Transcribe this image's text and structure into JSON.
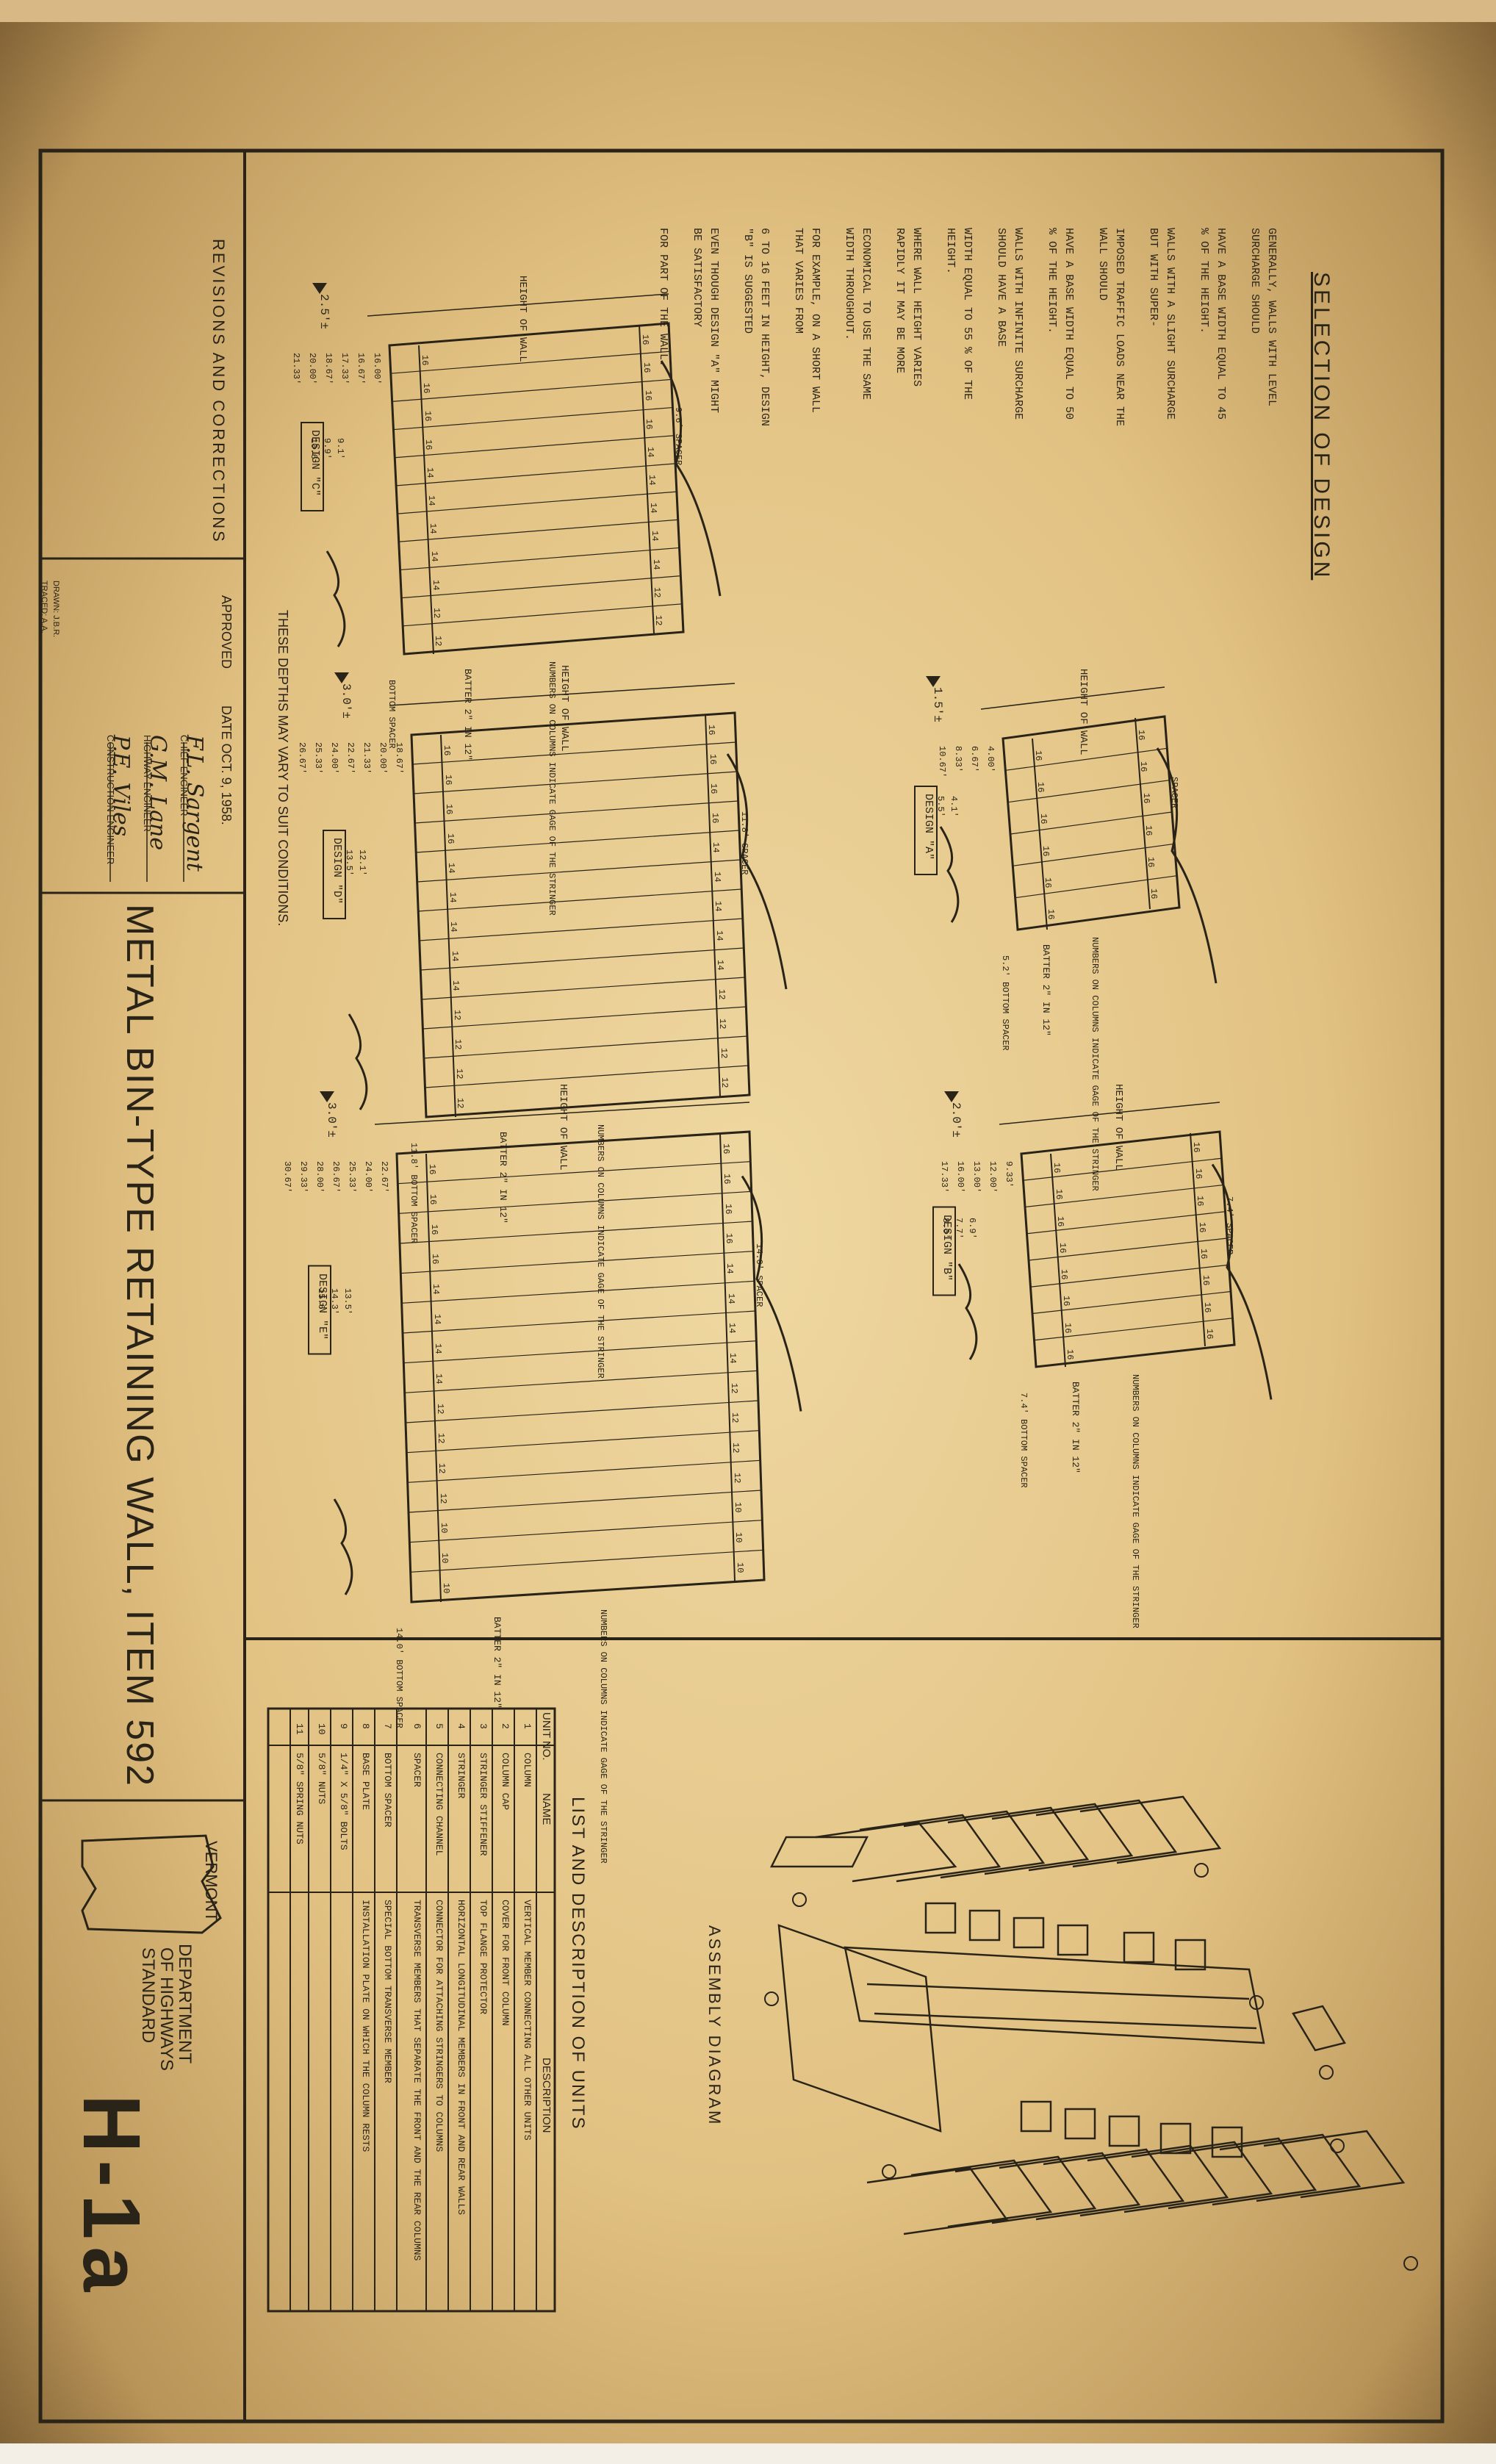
{
  "sheet": {
    "title": "METAL BIN-TYPE RETAINING WALL, ITEM 592",
    "sheet_no": "H-1a",
    "state": "VERMONT",
    "dept": [
      "DEPARTMENT",
      "OF HIGHWAYS",
      "STANDARD"
    ]
  },
  "titleblock": {
    "revisions": "REVISIONS AND CORRECTIONS",
    "approved": "APPROVED",
    "date": "DATE OCT. 9, 1958.",
    "sign1": "F.L. Sargent",
    "role1": "CHIEF ENGINEER",
    "sign2": "G.M. Lane",
    "role2": "HIGHWAY ENGINEER",
    "sign3": "P.E. Viles",
    "role3": "CONSTRUCTION ENGINEER",
    "drawn": "DRAWN: J.B.R.",
    "traced": "TRACED: A.A."
  },
  "selection": {
    "heading": "SELECTION OF DESIGN",
    "lines": [
      "GENERALLY, WALLS WITH LEVEL SURCHARGE SHOULD",
      "HAVE A BASE WIDTH EQUAL TO 45 % OF THE HEIGHT.",
      "WALLS WITH A SLIGHT SURCHARGE BUT WITH SUPER-",
      "IMPOSED TRAFFIC LOADS NEAR THE WALL SHOULD",
      "HAVE A BASE WIDTH EQUAL TO 50 % OF THE HEIGHT.",
      "WALLS WITH INFINITE SURCHARGE SHOULD HAVE A BASE",
      "WIDTH EQUAL TO 55 % OF THE HEIGHT.",
      "WHERE WALL HEIGHT VARIES RAPIDLY IT MAY BE MORE",
      "ECONOMICAL TO USE THE SAME WIDTH THROUGHOUT.",
      "FOR EXAMPLE, ON A SHORT WALL THAT VARIES FROM",
      "6 TO 16 FEET IN HEIGHT, DESIGN \"B\" IS SUGGESTED",
      "EVEN THOUGH DESIGN \"A\" MIGHT BE SATISFACTORY",
      "FOR PART OF THE WALL."
    ]
  },
  "common": {
    "height_of_wall": "HEIGHT OF WALL",
    "numbers_note": "NUMBERS ON COLUMNS INDICATE GAGE OF THE STRINGER",
    "batter": "BATTER 2\" IN 12\"",
    "depths_note": "THESE DEPTHS MAY VARY TO SUIT CONDITIONS."
  },
  "designs": [
    {
      "label": "DESIGN \"A\"",
      "depth": "1.5'±",
      "spacer": "SPACER",
      "bottom": "5.2' BOTTOM SPACER",
      "heights": [
        "4.00'",
        "6.67'",
        "8.33'",
        "10.67'"
      ],
      "widths": [
        "4.1'",
        "5.5'"
      ],
      "gages": [
        "16",
        "16",
        "16",
        "16",
        "16",
        "16"
      ]
    },
    {
      "label": "DESIGN \"B\"",
      "depth": "2.0'±",
      "spacer": "7.4' SPACER",
      "bottom": "7.4' BOTTOM SPACER",
      "heights": [
        "9.33'",
        "12.00'",
        "13.00'",
        "16.00'",
        "17.33'"
      ],
      "widths": [
        "6.9'",
        "7.7'",
        "8.6'"
      ],
      "gages": [
        "16",
        "16",
        "16",
        "16",
        "16",
        "16",
        "16",
        "16"
      ]
    },
    {
      "label": "DESIGN \"C\"",
      "depth": "2.5'±",
      "spacer": "9.6' SPACER",
      "bottom": "BOTTOM SPACER",
      "heights": [
        "16.00'",
        "16.67'",
        "17.33'",
        "18.67'",
        "20.00'",
        "21.33'"
      ],
      "widths": [
        "9.1'",
        "9.9'",
        "10.6'"
      ],
      "gages": [
        "16",
        "16",
        "16",
        "16",
        "14",
        "14",
        "14",
        "14",
        "14",
        "12",
        "12"
      ]
    },
    {
      "label": "DESIGN \"D\"",
      "depth": "3.0'±",
      "spacer": "11.8' SPACER",
      "bottom": "11.8' BOTTOM SPACER",
      "heights": [
        "18.67'",
        "20.00'",
        "21.33'",
        "22.67'",
        "24.00'",
        "25.33'",
        "26.67'"
      ],
      "widths": [
        "12.1'",
        "13.5'"
      ],
      "gages": [
        "16",
        "16",
        "16",
        "16",
        "14",
        "14",
        "14",
        "14",
        "14",
        "12",
        "12",
        "12",
        "12"
      ]
    },
    {
      "label": "DESIGN \"E\"",
      "depth": "3.0'±",
      "spacer": "14.0' SPACER",
      "bottom": "14.0' BOTTOM SPACER",
      "heights": [
        "22.67'",
        "24.00'",
        "25.33'",
        "26.67'",
        "28.00'",
        "29.33'",
        "30.67'"
      ],
      "widths": [
        "13.5'",
        "14.3'",
        "15.6'"
      ],
      "gages": [
        "16",
        "16",
        "16",
        "16",
        "14",
        "14",
        "14",
        "14",
        "12",
        "12",
        "12",
        "12",
        "10",
        "10",
        "10"
      ]
    }
  ],
  "assembly": {
    "title": "ASSEMBLY DIAGRAM"
  },
  "units_table": {
    "title": "LIST AND DESCRIPTION OF UNITS",
    "headers": [
      "UNIT NO.",
      "NAME",
      "DESCRIPTION"
    ],
    "rows": [
      [
        "1",
        "COLUMN",
        "VERTICAL MEMBER CONNECTING ALL OTHER UNITS"
      ],
      [
        "2",
        "COLUMN CAP",
        "COVER FOR FRONT COLUMN"
      ],
      [
        "3",
        "STRINGER STIFFENER",
        "TOP FLANGE PROTECTOR"
      ],
      [
        "4",
        "STRINGER",
        "HORIZONTAL LONGITUDINAL MEMBERS IN FRONT AND REAR WALLS"
      ],
      [
        "5",
        "CONNECTING CHANNEL",
        "CONNECTOR FOR ATTACHING STRINGERS TO COLUMNS"
      ],
      [
        "6",
        "SPACER",
        "TRANSVERSE MEMBERS THAT SEPARATE THE FRONT AND THE REAR COLUMNS"
      ],
      [
        "7",
        "BOTTOM SPACER",
        "SPECIAL BOTTOM TRANSVERSE MEMBER"
      ],
      [
        "8",
        "BASE PLATE",
        "INSTALLATION PLATE ON WHICH THE COLUMN RESTS"
      ],
      [
        "9",
        "1/4\" X 5/8\" BOLTS",
        ""
      ],
      [
        "10",
        "5/8\" NUTS",
        ""
      ],
      [
        "11",
        "5/8\" SPRING NUTS",
        ""
      ]
    ]
  }
}
